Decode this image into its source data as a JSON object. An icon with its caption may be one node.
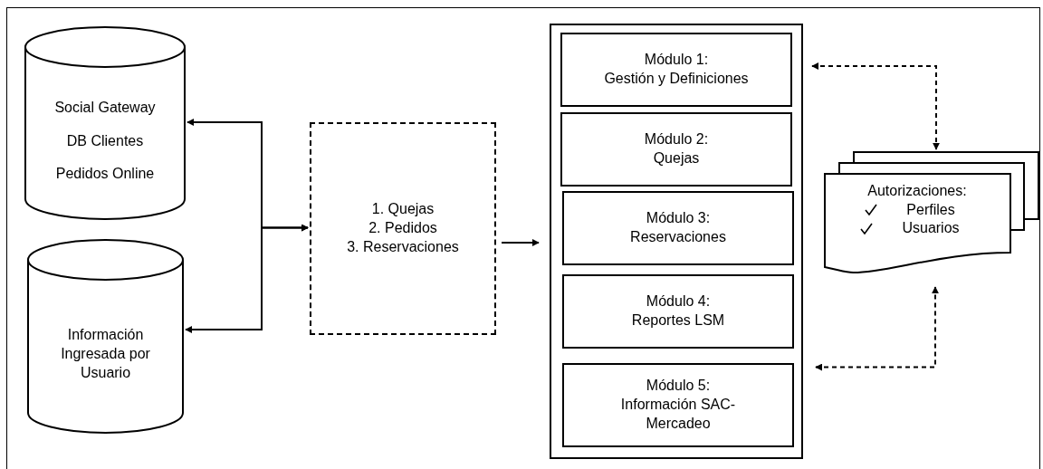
{
  "diagram": {
    "nodes": [
      {
        "text": [
          "Social Gateway",
          "DB Clientes",
          "Pedidos Online"
        ]
      },
      {
        "text": [
          "Información Ingresada por Usuario"
        ]
      },
      {
        "text": [
          "1. Quejas",
          "2. Pedidos",
          "3. Reservaciones"
        ]
      },
      {
        "text": [],
        "shape": "box"
      },
      {
        "text": [
          "Módulo 1:",
          "Gestión y Definiciones"
        ],
        "in": 3
      },
      {
        "text": [
          "Módulo 2:",
          "Quejas"
        ],
        "in": 3
      },
      {
        "text": [
          "Módulo 3:",
          "Reservaciones"
        ],
        "in": 3
      },
      {
        "text": [
          "Módulo 4:",
          "Reportes LSM"
        ],
        "in": 3
      },
      {
        "text": [
          "Módulo 5:",
          "Información SAC-Mercadeo"
        ],
        "in": 3
      },
      {
        "text": [
          "Autorizaciones:",
          "Perfiles",
          "Usuarios"
        ]
      }
    ],
    "edges": [
      {
        "from": 0,
        "to": 2,
        "arrow": "both"
      },
      {
        "from": 1,
        "to": 2,
        "arrow": "both"
      },
      {
        "from": 2,
        "to": 3,
        "arrow": "to"
      },
      {
        "from": 4,
        "to": 9,
        "arrow": "both",
        "style": "dashed"
      },
      {
        "from": 8,
        "to": 9,
        "arrow": "both",
        "style": "dashed"
      }
    ]
  }
}
